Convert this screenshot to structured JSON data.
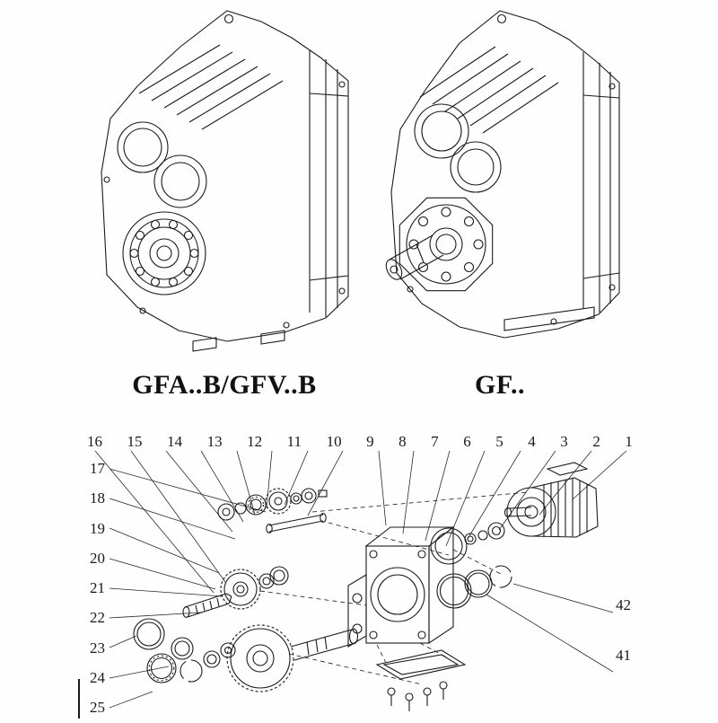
{
  "colors": {
    "line": "#1b1b1b",
    "background": "#fefefe"
  },
  "products": [
    {
      "caption": "GFA..B/GFV..B"
    },
    {
      "caption": "GF.."
    }
  ],
  "exploded": {
    "top_numbers": [
      "16",
      "15",
      "14",
      "13",
      "12",
      "11",
      "10",
      "9",
      "8",
      "7",
      "6",
      "5",
      "4",
      "3",
      "2",
      "1"
    ],
    "left_numbers": [
      "17",
      "18",
      "19",
      "20",
      "21",
      "22",
      "23",
      "24",
      "25"
    ],
    "right_numbers": [
      "42",
      "41"
    ]
  }
}
